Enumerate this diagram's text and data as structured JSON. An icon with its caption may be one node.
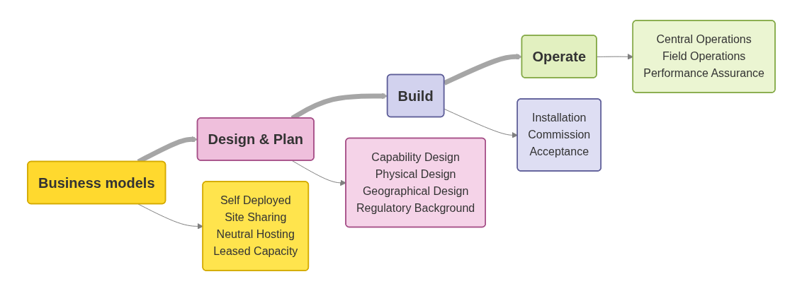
{
  "diagram": {
    "nodes": [
      {
        "text": [
          "Business models"
        ]
      },
      {
        "text": [
          "Design & Plan"
        ]
      },
      {
        "text": [
          "Build"
        ]
      },
      {
        "text": [
          "Operate"
        ]
      },
      {
        "text": [
          "Self Deployed",
          "Site Sharing",
          "Neutral Hosting",
          "Leased Capacity"
        ]
      },
      {
        "text": [
          "Capability Design",
          "Physical Design",
          "Geographical Design",
          "Regulatory Background"
        ]
      },
      {
        "text": [
          "Installation",
          "Commission",
          "Acceptance"
        ]
      },
      {
        "text": [
          "Central Operations",
          "Field Operations",
          "Performance Assurance"
        ]
      }
    ],
    "edges": [
      {
        "from": 0,
        "to": 1,
        "arrow": "to",
        "style": "thick",
        "color": "#a6a6a6"
      },
      {
        "from": 1,
        "to": 2,
        "arrow": "to",
        "style": "thick",
        "color": "#a6a6a6"
      },
      {
        "from": 2,
        "to": 3,
        "arrow": "to",
        "style": "thick",
        "color": "#a6a6a6"
      },
      {
        "from": 0,
        "to": 4,
        "arrow": "to"
      },
      {
        "from": 1,
        "to": 5,
        "arrow": "to"
      },
      {
        "from": 2,
        "to": 6,
        "arrow": "to"
      },
      {
        "from": 3,
        "to": 7,
        "arrow": "to"
      }
    ]
  }
}
